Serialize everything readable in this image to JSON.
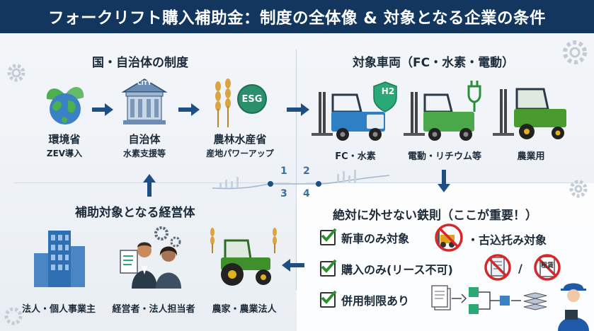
{
  "header": {
    "title": "フォークリフト購入補助金：制度の全体像 & 対象となる企業の条件"
  },
  "sections": {
    "programs": {
      "title": "国・自治体の制度",
      "items": [
        {
          "line1": "環境省",
          "line2": "ZEV導入",
          "icon": "earth-leaf-icon"
        },
        {
          "line1": "自治体",
          "line2": "水素支援等",
          "icon": "city-hall-icon"
        },
        {
          "line1": "農林水産省",
          "line2": "産地パワーアップ",
          "icon": "wheat-esg-icon"
        }
      ],
      "badge_city": "CITY",
      "badge_esg": "ESG"
    },
    "vehicles": {
      "title": "対象車両（FC・水素・電動）",
      "items": [
        {
          "label": "FC・水素",
          "icon": "hydrogen-forklift-icon"
        },
        {
          "label": "電動・リチウム等",
          "icon": "electric-forklift-icon"
        },
        {
          "label": "農業用",
          "icon": "agri-forklift-icon"
        }
      ],
      "badge_h2": "H2"
    },
    "rules": {
      "title": "絶対に外せない鉄則（ここが重要！）",
      "items": [
        {
          "text": "新車のみ対象",
          "suffix": "・古込托み対象"
        },
        {
          "text": "購入のみ(リース不可)",
          "separator": "/",
          "lease_mark": "租賃"
        },
        {
          "text": "併用制限あり"
        }
      ]
    },
    "eligible": {
      "title": "補助対象となる経営体",
      "items": [
        {
          "label": "法人・個人事業主",
          "icon": "office-building-icon"
        },
        {
          "label": "経営者・法人担当者",
          "icon": "business-people-icon"
        },
        {
          "label": "農家・農業法人",
          "icon": "tractor-icon"
        }
      ]
    }
  },
  "steps": [
    "1",
    "2",
    "3",
    "4"
  ],
  "colors": {
    "header_bg": "#13365f",
    "arrow": "#1d4f84",
    "check": "#2f8f2f",
    "prohibit": "#d62828"
  }
}
